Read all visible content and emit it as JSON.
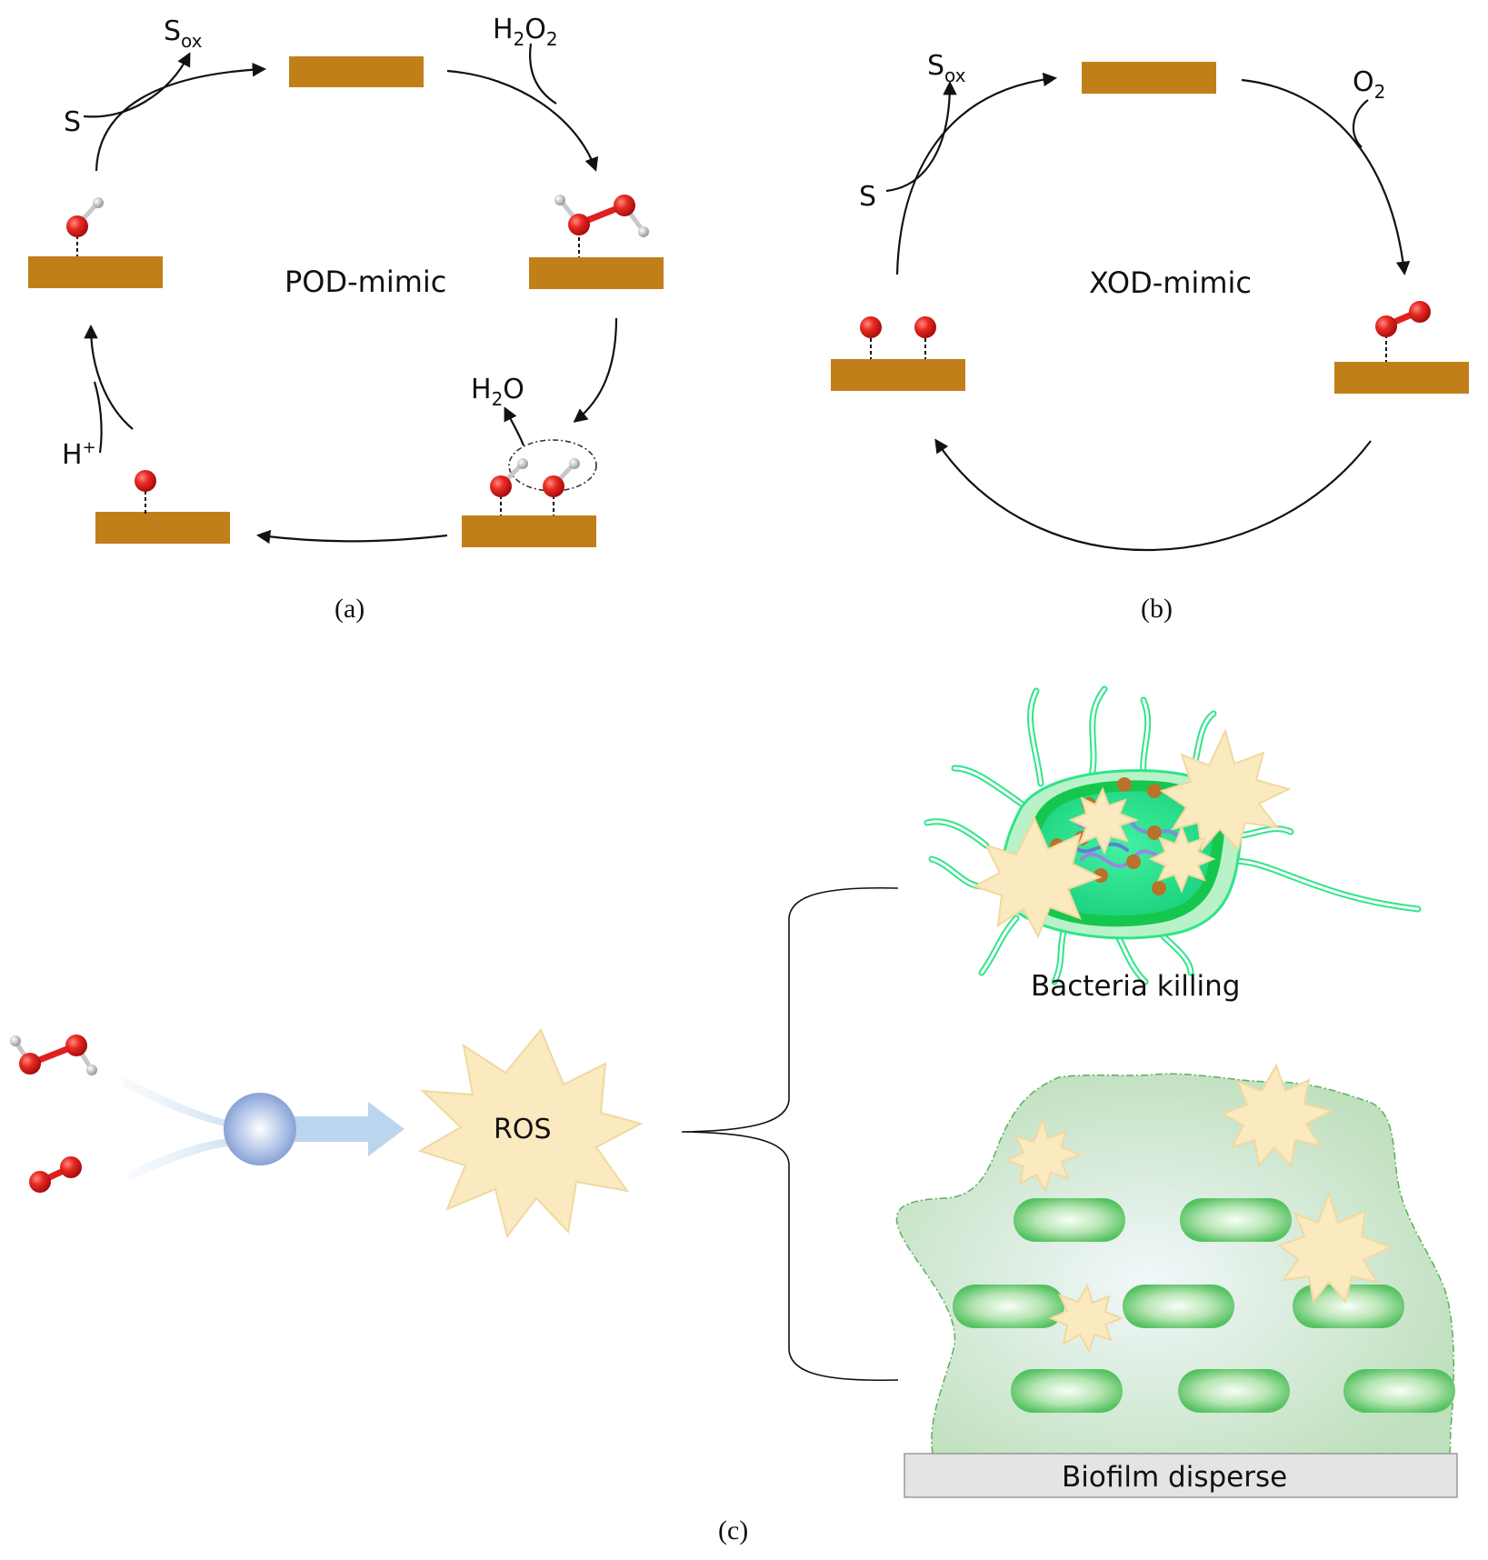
{
  "panel_a": {
    "s_ox": "S",
    "s_ox_sub": "ox",
    "h2o2_h": "H",
    "h2o2_2a": "2",
    "h2o2_o": "O",
    "h2o2_2b": "2",
    "s_label": "S",
    "title": "POD-mimic",
    "h2o_h": "H",
    "h2o_2": "2",
    "h2o_o": "O",
    "hplus": "H",
    "hplus_sup": "+",
    "caption": "(a)"
  },
  "panel_b": {
    "s_ox": "S",
    "s_ox_sub": "ox",
    "o2_o": "O",
    "o2_2": "2",
    "s_label": "S",
    "title": "XOD-mimic",
    "caption": "(b)"
  },
  "panel_c": {
    "ros": "ROS",
    "bacteria_killing": "Bacteria killing",
    "biofilm_disperse": "Biofilm disperse",
    "caption": "(c)"
  },
  "colors": {
    "slab": "#c17f1a",
    "oxygen": "#e0201f",
    "hydrogen": "#cfcfcf",
    "ros": "#fbe9c0",
    "bacteria": "#2ee58a",
    "biofilm": "#d9ecd9",
    "nanozyme": "#8fa9d8"
  }
}
